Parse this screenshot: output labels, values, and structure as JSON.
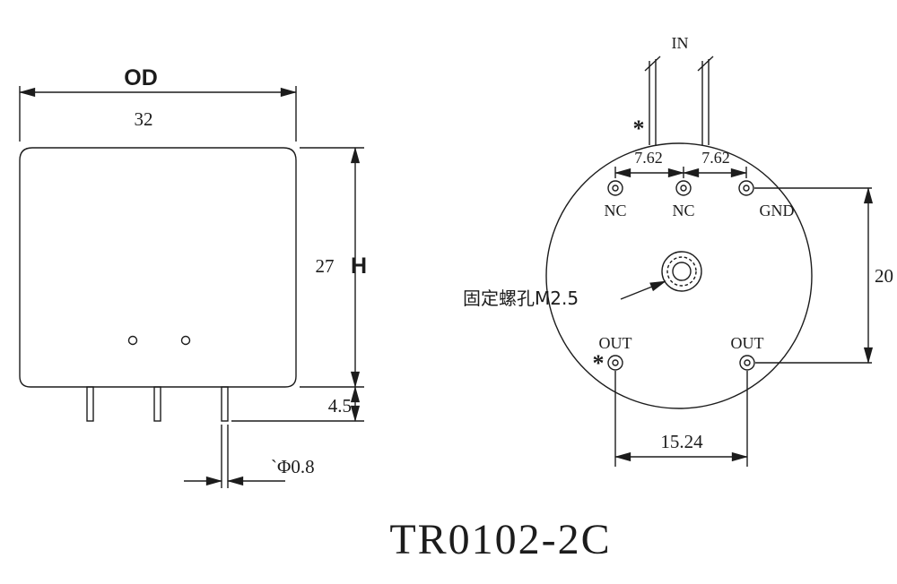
{
  "title": "TR0102-2C",
  "side_view": {
    "dim_width_label": "OD",
    "dim_width_value": "32",
    "dim_height_value": "27",
    "dim_height_label": "H",
    "dim_pin_length_value": "4.5",
    "dim_pin_diameter_value": "`Φ0.8"
  },
  "pin_view": {
    "top_lead_label": "IN",
    "polarity_top": "*",
    "dim_pin_pitch_left": "7.62",
    "dim_pin_pitch_right": "7.62",
    "pin_labels": {
      "nc1": "NC",
      "nc2": "NC",
      "gnd": "GND",
      "out1": "OUT",
      "out2": "OUT"
    },
    "polarity_bottom": "*",
    "screw_hole_note": "固定螺孔M2.5",
    "dim_row_spacing_value": "20",
    "dim_out_pitch_value": "15.24"
  }
}
